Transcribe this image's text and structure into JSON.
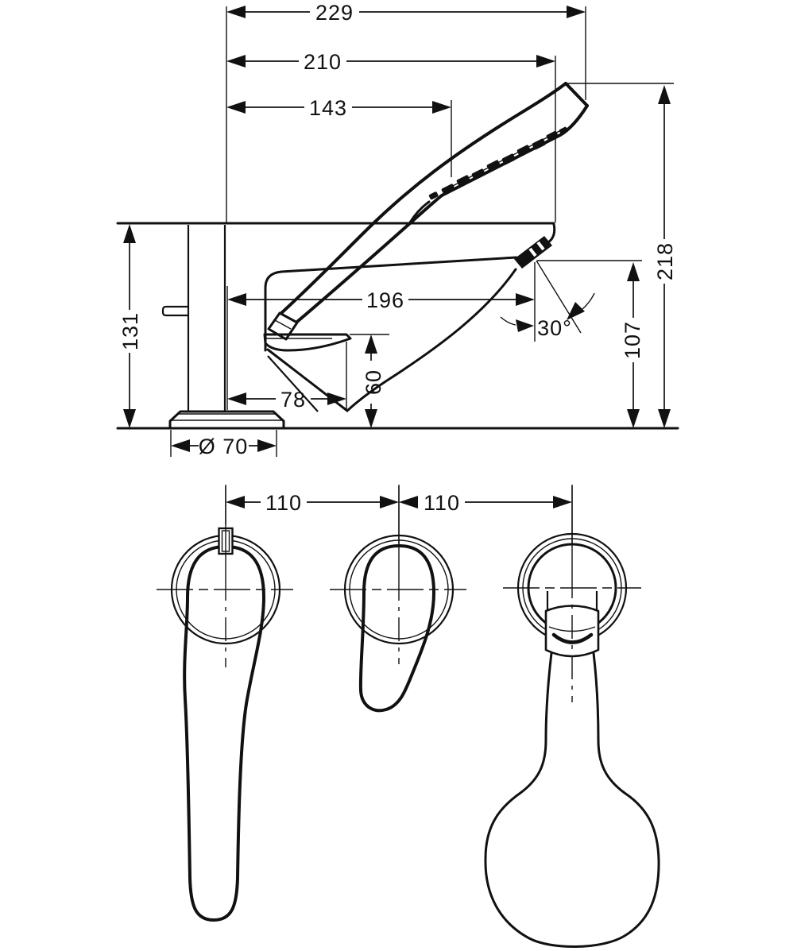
{
  "colors": {
    "ink": "#111111",
    "background": "#ffffff"
  },
  "side_view": {
    "description": "Deck-mounted bath mixer with hand shower, side elevation",
    "dims": {
      "w229": "229",
      "w210": "210",
      "w143": "143",
      "w196": "196",
      "w78": "78",
      "h218": "218",
      "h131": "131",
      "h107": "107",
      "h60": "60",
      "base_dia": "Ø 70",
      "spout_angle": "30°"
    }
  },
  "plan_view": {
    "description": "Handle, mixer lever and hand-shower plan views",
    "dims": {
      "spacing_left": "110",
      "spacing_right": "110"
    }
  }
}
